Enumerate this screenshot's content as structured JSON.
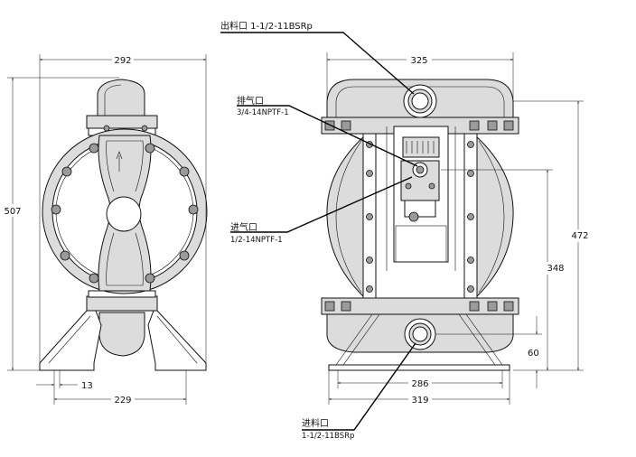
{
  "callouts": {
    "outlet": {
      "line1": "出料口 1-1/2-11BSRp"
    },
    "exhaust": {
      "line1": "排气口",
      "line2": "3/4-14NPTF-1"
    },
    "air_inlet": {
      "line1": "进气口",
      "line2": "1/2-14NPTF-1"
    },
    "inlet": {
      "line1": "进料口",
      "line2": "1-1/2-11BSRp"
    }
  },
  "dimensions": {
    "side_width": "292",
    "side_height": "507",
    "foot_offset": "13",
    "foot_span": "229",
    "front_width": "325",
    "front_height": "472",
    "air_height": "348",
    "inlet_height": "60",
    "base_inner": "286",
    "base_outer": "319"
  }
}
